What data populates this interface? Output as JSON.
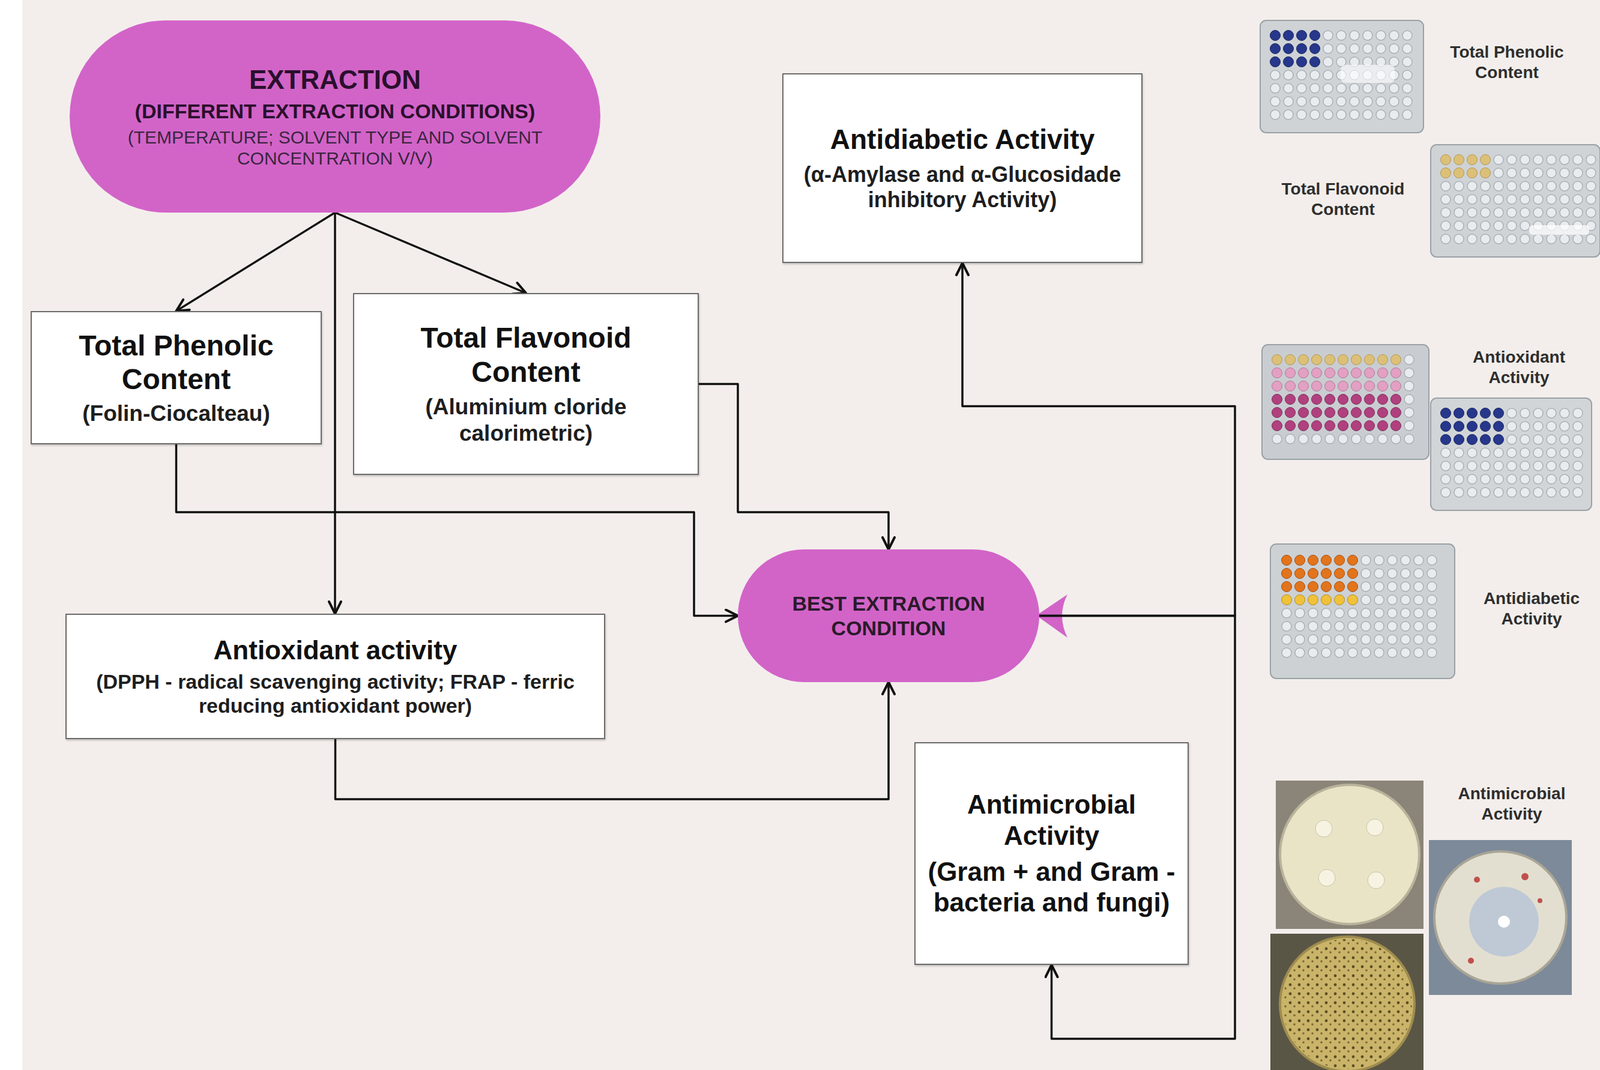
{
  "diagram": {
    "nodes": [
      {
        "text": [
          "EXTRACTION",
          "(DIFFERENT EXTRACTION CONDITIONS)",
          "(TEMPERATURE; SOLVENT TYPE AND SOLVENT CONCENTRATION V/V)"
        ]
      },
      {
        "text": [
          "Antidiabetic Activity",
          "(α-Amylase and α-Glucosidade inhibitory Activity)"
        ]
      },
      {
        "text": [
          "Total Phenolic Content",
          "(Folin-Ciocalteau)"
        ]
      },
      {
        "text": [
          "Total Flavonoid Content",
          "(Aluminium cloride calorimetric)"
        ]
      },
      {
        "text": [
          "BEST EXTRACTION CONDITION"
        ]
      },
      {
        "text": [
          "Antioxidant activity",
          "(DPPH - radical scavenging activity; FRAP - ferric reducing antioxidant power)"
        ]
      },
      {
        "text": [
          "Antimicrobial Activity",
          "(Gram + and Gram - bacteria and fungi)"
        ]
      }
    ],
    "edges": [
      {
        "from": 0,
        "to": 2,
        "arrow": "to"
      },
      {
        "from": 0,
        "to": 3,
        "arrow": "to"
      },
      {
        "from": 0,
        "to": 5,
        "arrow": "to"
      },
      {
        "from": 2,
        "to": 4,
        "arrow": "to"
      },
      {
        "from": 3,
        "to": 4,
        "arrow": "to"
      },
      {
        "from": 5,
        "to": 4,
        "arrow": "to"
      },
      {
        "from": 4,
        "to": 1,
        "arrow": "to"
      },
      {
        "from": 4,
        "to": 6,
        "arrow": "to"
      }
    ],
    "labels": [
      "Total Phenolic Content",
      "Total Flavonoid Content",
      "Antioxidant Activity",
      "Antidiabetic Activity",
      "Antimicrobial Activity"
    ]
  }
}
